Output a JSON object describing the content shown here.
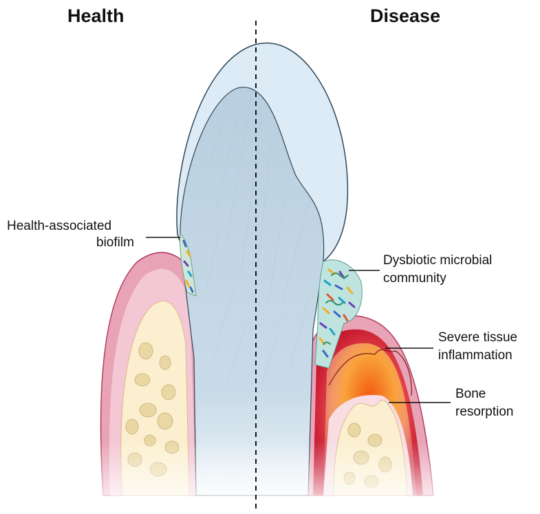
{
  "headings": {
    "left": "Health",
    "right": "Disease"
  },
  "labels": {
    "biofilm": [
      "Health-associated",
      "biofilm"
    ],
    "dysbiotic": [
      "Dysbiotic microbial",
      "community"
    ],
    "inflammation": [
      "Severe tissue",
      "inflammation"
    ],
    "bone": [
      "Bone",
      "resorption"
    ]
  },
  "colors": {
    "enamel": "#dcebf5",
    "dentin": "#bdd3e3",
    "gingiva": "#e8a3b6",
    "bone": "#fbefcf",
    "inflammation": "#f47a1f"
  }
}
